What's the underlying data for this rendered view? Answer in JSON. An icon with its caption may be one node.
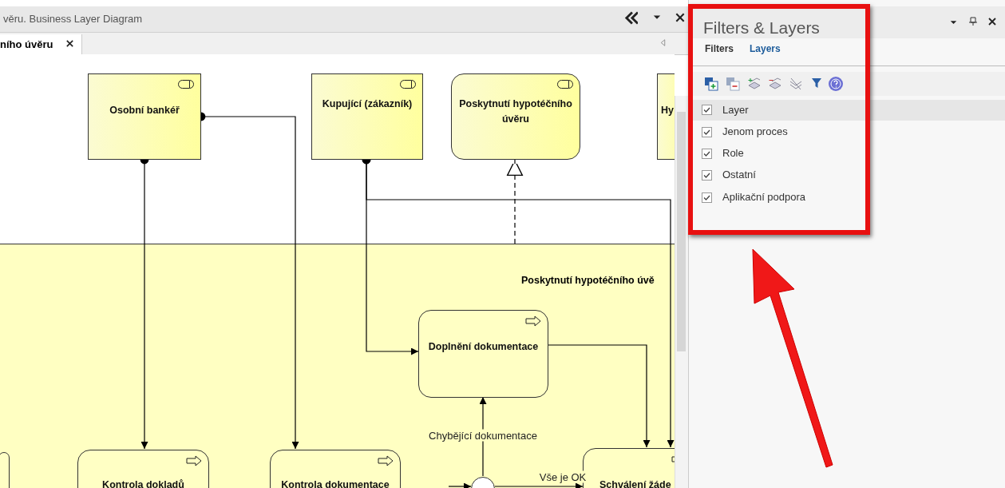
{
  "diagram": {
    "nodes": [
      {
        "text": [
          "Osobní bankéř"
        ]
      },
      {
        "text": [
          "Kupující (zákazník)"
        ]
      },
      {
        "text": [
          "Poskytnutí hypotéčního úvěru"
        ]
      },
      {
        "text": [
          "Hy"
        ]
      },
      {
        "text": [
          "Poskytnutí hypotéčního úvě"
        ]
      },
      {
        "text": [
          "Doplnění dokumentace"
        ],
        "in": 4
      },
      {
        "text": [],
        "shape": "box",
        "in": 4
      },
      {
        "text": [
          "Kontrola dokladů"
        ],
        "in": 4
      },
      {
        "text": [
          "Kontrola dokumentace"
        ],
        "in": 4
      },
      {
        "text": [],
        "shape": "circle",
        "in": 4
      },
      {
        "text": [
          "Schválení žáde"
        ],
        "in": 4
      }
    ],
    "edges": [
      {
        "from": 0,
        "to": 7,
        "arrow": "to"
      },
      {
        "from": 0,
        "to": 8,
        "arrow": "to"
      },
      {
        "from": 1,
        "to": 5,
        "arrow": "to"
      },
      {
        "from": 1,
        "to": 10,
        "arrow": "to"
      },
      {
        "from": 4,
        "to": 2,
        "arrow": "to",
        "style": "dashed"
      },
      {
        "from": 5,
        "to": 10,
        "arrow": "to"
      },
      {
        "from": 9,
        "to": 5,
        "arrow": "to",
        "label": "Chybějící dokumentace"
      },
      {
        "from": 9,
        "to": 10,
        "arrow": "to",
        "label": "Vše je OK"
      },
      {
        "from": null,
        "to": 9,
        "arrow": "to"
      }
    ],
    "labels": [
      "věru. Business Layer Diagram",
      "ního úvěru",
      "Filters & Layers",
      "Filters",
      "Layers",
      "Layer",
      "Jenom proces",
      "Role",
      "Ostatní",
      "Aplikační podpora"
    ]
  }
}
